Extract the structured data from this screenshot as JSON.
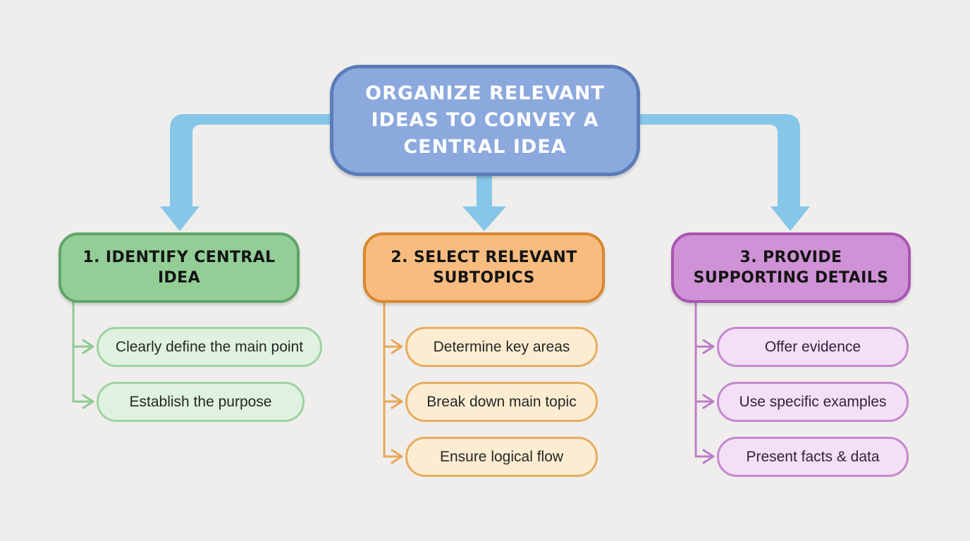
{
  "root": {
    "title": "ORGANIZE RELEVANT IDEAS TO CONVEY A CENTRAL IDEA"
  },
  "branches": [
    {
      "title": "1. IDENTIFY CENTRAL IDEA",
      "items": [
        "Clearly define the main point",
        "Establish the purpose"
      ]
    },
    {
      "title": "2. SELECT RELEVANT SUBTOPICS",
      "items": [
        "Determine key areas",
        "Break down main topic",
        "Ensure logical flow"
      ]
    },
    {
      "title": "3. PROVIDE SUPPORTING DETAILS",
      "items": [
        "Offer evidence",
        "Use specific examples",
        "Present facts & data"
      ]
    }
  ],
  "colors": {
    "background": "#efeeec",
    "root_fill": "#8CA9DE",
    "root_border": "#5A7CB8",
    "root_text": "#ffffff",
    "arrow_blue": "#86C6E8",
    "green_fill": "#93CE97",
    "green_border": "#5FA569",
    "green_item_fill": "#DFF2DF",
    "green_item_border": "#9ED2A3",
    "green_connector": "#8FCA96",
    "orange_fill": "#F8BC80",
    "orange_border": "#D9882F",
    "orange_item_fill": "#FCEDD2",
    "orange_item_border": "#E8AC60",
    "orange_connector": "#E8A659",
    "purple_fill": "#CF92D6",
    "purple_border": "#A855B2",
    "purple_item_fill": "#F3DFF6",
    "purple_item_border": "#C489CE",
    "purple_connector": "#BD7CC8",
    "heading_text": "#141414",
    "item_text": "#262626"
  }
}
